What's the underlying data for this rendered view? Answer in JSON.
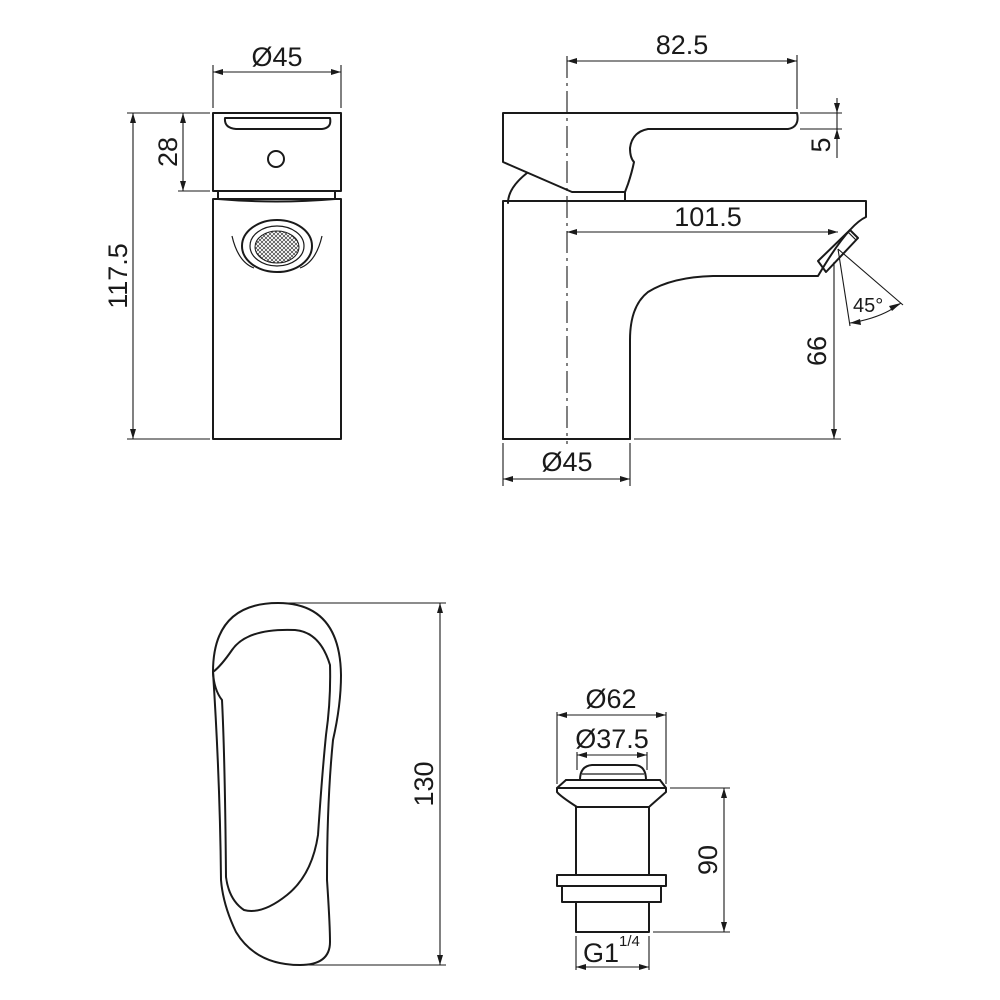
{
  "dimensions": {
    "front_width": "Ø45",
    "front_height_total": "117.5",
    "front_handle_height": "28",
    "side_handle_length": "82.5",
    "side_handle_thickness": "5",
    "side_spout_reach": "101.5",
    "side_spout_angle": "45°",
    "side_spout_height": "66",
    "side_base": "Ø45",
    "top_length": "130",
    "waste_flange": "Ø62",
    "waste_cap": "Ø37.5",
    "waste_height": "90",
    "waste_thread": "G1",
    "waste_thread_fraction": "1/4"
  }
}
